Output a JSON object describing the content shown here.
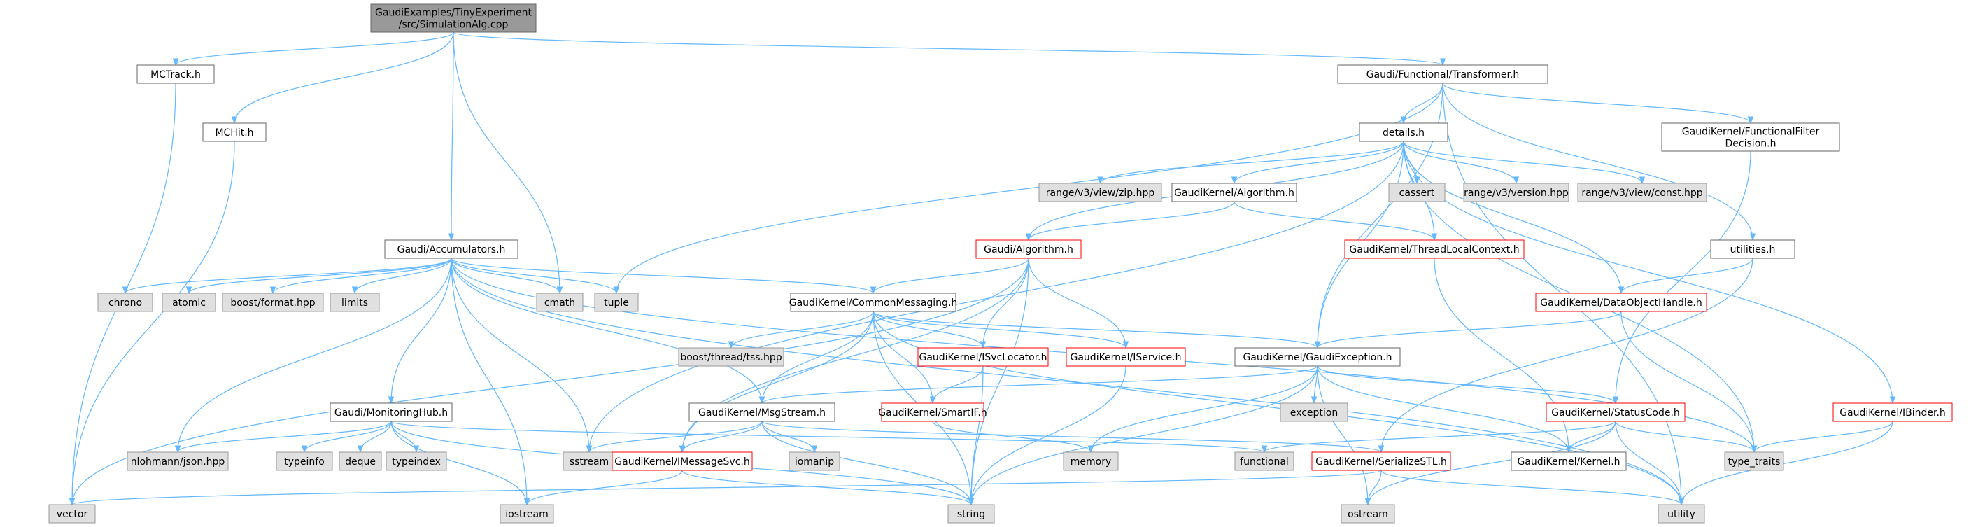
{
  "colors": {
    "edge": "#63b8ff",
    "root_fill": "#999999",
    "root_stroke": "#666666",
    "internal_fill": "#ffffff",
    "internal_stroke": "#666666",
    "external_fill": "#e0e0e0",
    "external_stroke": "#999999",
    "warn_stroke": "#ff0000",
    "text": "#000000"
  },
  "nodes": [
    {
      "id": "root",
      "kind": "root",
      "lines": [
        "GaudiExamples/TinyExperiment",
        "/src/SimulationAlg.cpp"
      ]
    },
    {
      "id": "mctrack",
      "kind": "internal",
      "lines": [
        "MCTrack.h"
      ]
    },
    {
      "id": "mchit",
      "kind": "internal",
      "lines": [
        "MCHit.h"
      ]
    },
    {
      "id": "transformer",
      "kind": "internal",
      "lines": [
        "Gaudi/Functional/Transformer.h"
      ]
    },
    {
      "id": "details",
      "kind": "internal",
      "lines": [
        "details.h"
      ]
    },
    {
      "id": "filterdec",
      "kind": "internal",
      "lines": [
        "GaudiKernel/FunctionalFilter",
        "Decision.h"
      ]
    },
    {
      "id": "zip",
      "kind": "external",
      "lines": [
        "range/v3/view/zip.hpp"
      ]
    },
    {
      "id": "gkalgorithm",
      "kind": "internal",
      "lines": [
        "GaudiKernel/Algorithm.h"
      ]
    },
    {
      "id": "cassert",
      "kind": "external",
      "lines": [
        "cassert"
      ]
    },
    {
      "id": "version",
      "kind": "external",
      "lines": [
        "range/v3/version.hpp"
      ]
    },
    {
      "id": "const",
      "kind": "external",
      "lines": [
        "range/v3/view/const.hpp"
      ]
    },
    {
      "id": "accumulators",
      "kind": "internal",
      "lines": [
        "Gaudi/Accumulators.h"
      ]
    },
    {
      "id": "galgorithm",
      "kind": "warn",
      "lines": [
        "Gaudi/Algorithm.h"
      ]
    },
    {
      "id": "threadlocal",
      "kind": "warn",
      "lines": [
        "GaudiKernel/ThreadLocalContext.h"
      ]
    },
    {
      "id": "utilities",
      "kind": "internal",
      "lines": [
        "utilities.h"
      ]
    },
    {
      "id": "chrono",
      "kind": "external",
      "lines": [
        "chrono"
      ]
    },
    {
      "id": "atomic",
      "kind": "external",
      "lines": [
        "atomic"
      ]
    },
    {
      "id": "boostformat",
      "kind": "external",
      "lines": [
        "boost/format.hpp"
      ]
    },
    {
      "id": "limits",
      "kind": "external",
      "lines": [
        "limits"
      ]
    },
    {
      "id": "cmath",
      "kind": "external",
      "lines": [
        "cmath"
      ]
    },
    {
      "id": "tuple",
      "kind": "external",
      "lines": [
        "tuple"
      ]
    },
    {
      "id": "commonmsg",
      "kind": "internal",
      "lines": [
        "GaudiKernel/CommonMessaging.h"
      ]
    },
    {
      "id": "dataobj",
      "kind": "warn",
      "lines": [
        "GaudiKernel/DataObjectHandle.h"
      ]
    },
    {
      "id": "boosttss",
      "kind": "external",
      "lines": [
        "boost/thread/tss.hpp"
      ]
    },
    {
      "id": "isvcloc",
      "kind": "warn",
      "lines": [
        "GaudiKernel/ISvcLocator.h"
      ]
    },
    {
      "id": "iservice",
      "kind": "warn",
      "lines": [
        "GaudiKernel/IService.h"
      ]
    },
    {
      "id": "gexception",
      "kind": "internal",
      "lines": [
        "GaudiKernel/GaudiException.h"
      ]
    },
    {
      "id": "monhub",
      "kind": "internal",
      "lines": [
        "Gaudi/MonitoringHub.h"
      ]
    },
    {
      "id": "msgstream",
      "kind": "internal",
      "lines": [
        "GaudiKernel/MsgStream.h"
      ]
    },
    {
      "id": "smartif",
      "kind": "warn",
      "lines": [
        "GaudiKernel/SmartIF.h"
      ]
    },
    {
      "id": "exception",
      "kind": "external",
      "lines": [
        "exception"
      ]
    },
    {
      "id": "statuscode",
      "kind": "warn",
      "lines": [
        "GaudiKernel/StatusCode.h"
      ]
    },
    {
      "id": "ibinder",
      "kind": "warn",
      "lines": [
        "GaudiKernel/IBinder.h"
      ]
    },
    {
      "id": "nlohmann",
      "kind": "external",
      "lines": [
        "nlohmann/json.hpp"
      ]
    },
    {
      "id": "typeinfo",
      "kind": "external",
      "lines": [
        "typeinfo"
      ]
    },
    {
      "id": "deque",
      "kind": "external",
      "lines": [
        "deque"
      ]
    },
    {
      "id": "typeindex",
      "kind": "external",
      "lines": [
        "typeindex"
      ]
    },
    {
      "id": "sstream",
      "kind": "external",
      "lines": [
        "sstream"
      ]
    },
    {
      "id": "imessagesvc",
      "kind": "warn",
      "lines": [
        "GaudiKernel/IMessageSvc.h"
      ]
    },
    {
      "id": "iomanip",
      "kind": "external",
      "lines": [
        "iomanip"
      ]
    },
    {
      "id": "memory",
      "kind": "external",
      "lines": [
        "memory"
      ]
    },
    {
      "id": "functional",
      "kind": "external",
      "lines": [
        "functional"
      ]
    },
    {
      "id": "serializestl",
      "kind": "warn",
      "lines": [
        "GaudiKernel/SerializeSTL.h"
      ]
    },
    {
      "id": "kernel",
      "kind": "internal",
      "lines": [
        "GaudiKernel/Kernel.h"
      ]
    },
    {
      "id": "typetraits",
      "kind": "external",
      "lines": [
        "type_traits"
      ]
    },
    {
      "id": "vector",
      "kind": "external",
      "lines": [
        "vector"
      ]
    },
    {
      "id": "iostream",
      "kind": "external",
      "lines": [
        "iostream"
      ]
    },
    {
      "id": "string",
      "kind": "external",
      "lines": [
        "string"
      ]
    },
    {
      "id": "ostream",
      "kind": "external",
      "lines": [
        "ostream"
      ]
    },
    {
      "id": "utility",
      "kind": "external",
      "lines": [
        "utility"
      ]
    }
  ],
  "edges": [
    [
      "root",
      "mctrack"
    ],
    [
      "root",
      "mchit"
    ],
    [
      "root",
      "accumulators"
    ],
    [
      "root",
      "cmath"
    ],
    [
      "root",
      "transformer"
    ],
    [
      "mctrack",
      "vector"
    ],
    [
      "mchit",
      "vector"
    ],
    [
      "transformer",
      "details"
    ],
    [
      "transformer",
      "filterdec"
    ],
    [
      "transformer",
      "tuple"
    ],
    [
      "transformer",
      "utilities"
    ],
    [
      "transformer",
      "utility"
    ],
    [
      "transformer",
      "gexception"
    ],
    [
      "details",
      "zip"
    ],
    [
      "details",
      "gkalgorithm"
    ],
    [
      "details",
      "cassert"
    ],
    [
      "details",
      "version"
    ],
    [
      "details",
      "const"
    ],
    [
      "details",
      "galgorithm"
    ],
    [
      "details",
      "threadlocal"
    ],
    [
      "details",
      "dataobj"
    ],
    [
      "details",
      "gexception"
    ],
    [
      "details",
      "typetraits"
    ],
    [
      "details",
      "ibinder"
    ],
    [
      "details",
      "sstream"
    ],
    [
      "filterdec",
      "statuscode"
    ],
    [
      "gkalgorithm",
      "galgorithm"
    ],
    [
      "gkalgorithm",
      "threadlocal"
    ],
    [
      "accumulators",
      "chrono"
    ],
    [
      "accumulators",
      "atomic"
    ],
    [
      "accumulators",
      "boostformat"
    ],
    [
      "accumulators",
      "limits"
    ],
    [
      "accumulators",
      "cmath"
    ],
    [
      "accumulators",
      "tuple"
    ],
    [
      "accumulators",
      "commonmsg"
    ],
    [
      "accumulators",
      "monhub"
    ],
    [
      "accumulators",
      "msgstream"
    ],
    [
      "accumulators",
      "nlohmann"
    ],
    [
      "accumulators",
      "sstream"
    ],
    [
      "accumulators",
      "iostream"
    ],
    [
      "accumulators",
      "typetraits"
    ],
    [
      "accumulators",
      "utility"
    ],
    [
      "galgorithm",
      "commonmsg"
    ],
    [
      "galgorithm",
      "isvcloc"
    ],
    [
      "galgorithm",
      "iservice"
    ],
    [
      "galgorithm",
      "imessagesvc"
    ],
    [
      "galgorithm",
      "string"
    ],
    [
      "galgorithm",
      "vector"
    ],
    [
      "threadlocal",
      "kernel"
    ],
    [
      "utilities",
      "dataobj"
    ],
    [
      "utilities",
      "serializestl"
    ],
    [
      "commonmsg",
      "boosttss"
    ],
    [
      "commonmsg",
      "isvcloc"
    ],
    [
      "commonmsg",
      "iservice"
    ],
    [
      "commonmsg",
      "gexception"
    ],
    [
      "commonmsg",
      "msgstream"
    ],
    [
      "commonmsg",
      "smartif"
    ],
    [
      "commonmsg",
      "imessagesvc"
    ],
    [
      "commonmsg",
      "string"
    ],
    [
      "commonmsg",
      "utility"
    ],
    [
      "dataobj",
      "gexception"
    ],
    [
      "dataobj",
      "typetraits"
    ],
    [
      "isvcloc",
      "smartif"
    ],
    [
      "isvcloc",
      "string"
    ],
    [
      "iservice",
      "string"
    ],
    [
      "gexception",
      "msgstream"
    ],
    [
      "gexception",
      "exception"
    ],
    [
      "gexception",
      "statuscode"
    ],
    [
      "gexception",
      "memory"
    ],
    [
      "gexception",
      "string"
    ],
    [
      "gexception",
      "ostream"
    ],
    [
      "gexception",
      "kernel"
    ],
    [
      "monhub",
      "nlohmann"
    ],
    [
      "monhub",
      "typeinfo"
    ],
    [
      "monhub",
      "deque"
    ],
    [
      "monhub",
      "typeindex"
    ],
    [
      "monhub",
      "iostream"
    ],
    [
      "monhub",
      "string"
    ],
    [
      "monhub",
      "functional"
    ],
    [
      "msgstream",
      "sstream"
    ],
    [
      "msgstream",
      "imessagesvc"
    ],
    [
      "msgstream",
      "iomanip"
    ],
    [
      "msgstream",
      "string"
    ],
    [
      "msgstream",
      "serializestl"
    ],
    [
      "smartif",
      "memory"
    ],
    [
      "statuscode",
      "functional"
    ],
    [
      "statuscode",
      "kernel"
    ],
    [
      "statuscode",
      "typetraits"
    ],
    [
      "statuscode",
      "ostream"
    ],
    [
      "statuscode",
      "utility"
    ],
    [
      "ibinder",
      "typetraits"
    ],
    [
      "ibinder",
      "utility"
    ],
    [
      "imessagesvc",
      "string"
    ],
    [
      "imessagesvc",
      "iostream"
    ],
    [
      "serializestl",
      "vector"
    ],
    [
      "serializestl",
      "ostream"
    ],
    [
      "serializestl",
      "utility"
    ]
  ]
}
